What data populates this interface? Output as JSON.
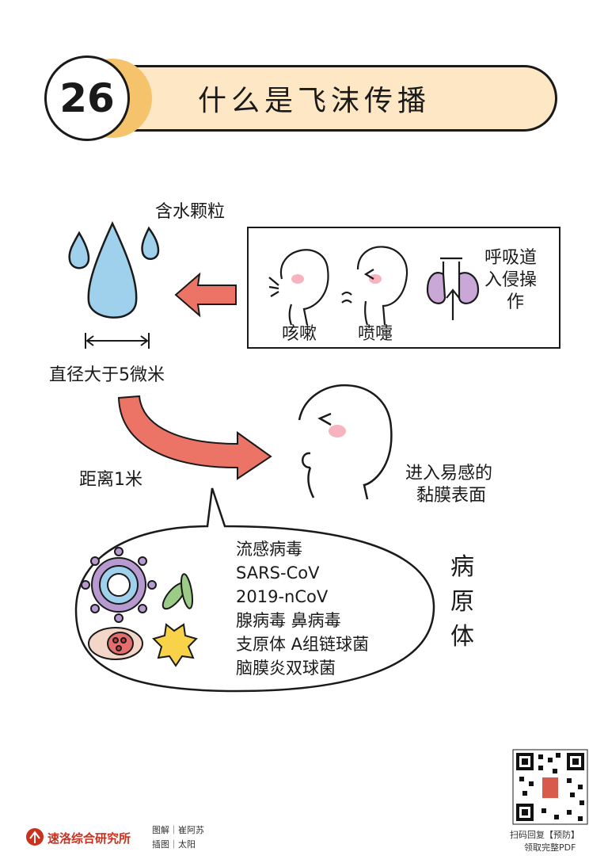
{
  "header": {
    "number": "26",
    "title": "什么是飞沫传播"
  },
  "droplet": {
    "label": "含水颗粒",
    "diameter": "直径大于5微米"
  },
  "sources": {
    "cough": "咳嗽",
    "sneeze": "喷嚏",
    "airway": [
      "呼吸道",
      "入侵操",
      "作"
    ]
  },
  "transmission": {
    "distance": "距离1米",
    "target": [
      "进入易感的",
      "黏膜表面"
    ]
  },
  "pathogens": {
    "list": [
      "流感病毒",
      "SARS-CoV",
      "2019-nCoV",
      "腺病毒 鼻病毒",
      "支原体 A组链球菌",
      "脑膜炎双球菌"
    ],
    "label": [
      "病",
      "原",
      "体"
    ]
  },
  "footer": {
    "logo": "速洛综合研究所",
    "credit_1": "图解｜崔阿苏",
    "credit_2": "插图｜太阳",
    "qr_line_1": "扫码回复【预防】",
    "qr_line_2": "领取完整PDF"
  },
  "colors": {
    "title_bg": "#fde7c4",
    "number_shadow": "#f6c36d",
    "droplet_blue": "#9fd0ec",
    "arrow_red": "#ec7467",
    "cheek_pink": "#f7b4bf",
    "lung_purple": "#c9a8d8",
    "virus_blue": "#9fd0ec",
    "virus_purple": "#b69ad0",
    "bacteria_green": "#9ccc88",
    "cell_yellow": "#f8d34a",
    "logo_red": "#c8321f"
  }
}
